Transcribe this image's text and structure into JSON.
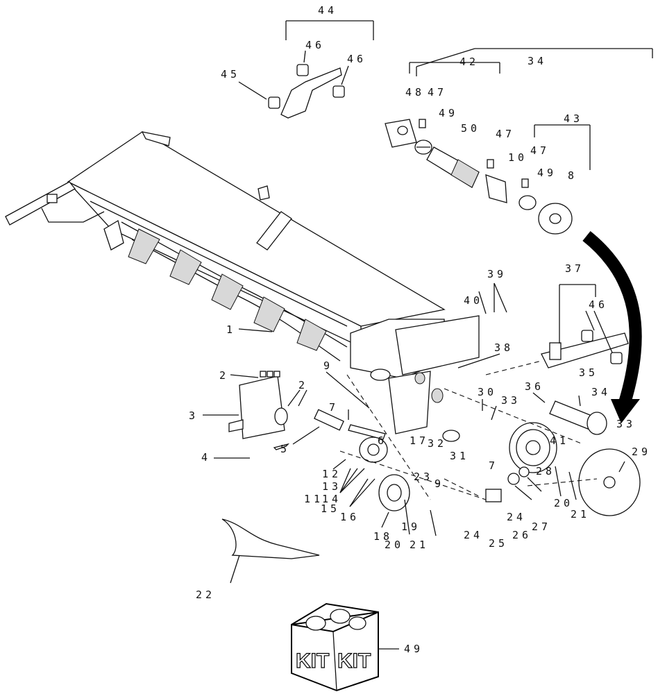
{
  "callouts": {
    "c44": "44",
    "c46a": "46",
    "c46b": "46",
    "c45": "45",
    "c34a": "34",
    "c42": "42",
    "c48": "48",
    "c47a": "47",
    "c49a": "49",
    "c50": "50",
    "c43": "43",
    "c47b": "47",
    "c10": "10",
    "c47c": "47",
    "c49b": "49",
    "c8": "8",
    "c39": "39",
    "c40": "40",
    "c37": "37",
    "c46c": "46",
    "c1": "1",
    "c2a": "2",
    "c2b": "2",
    "c3": "3",
    "c4": "4",
    "c5": "5",
    "c7a": "7",
    "c9a": "9",
    "c6": "6",
    "c38": "38",
    "c30": "30",
    "c33a": "33",
    "c36": "36",
    "c35": "35",
    "c34b": "34",
    "c17": "17",
    "c32": "32",
    "c31": "31",
    "c7b": "7",
    "c41": "41",
    "c33b": "33",
    "c12": "12",
    "c13": "13",
    "c14": "14",
    "c11": "11",
    "c15": "15",
    "c16": "16",
    "c23": "23",
    "c9b": "9",
    "c28": "28",
    "c20a": "20",
    "c21a": "21",
    "c29": "29",
    "c18": "18",
    "c19": "19",
    "c20b": "20",
    "c21b": "21",
    "c24a": "24",
    "c24b": "24",
    "c25": "25",
    "c26": "26",
    "c27": "27",
    "c22": "22",
    "c49c": "49"
  },
  "kit": {
    "label_left": "KIT",
    "label_right": "KIT"
  }
}
